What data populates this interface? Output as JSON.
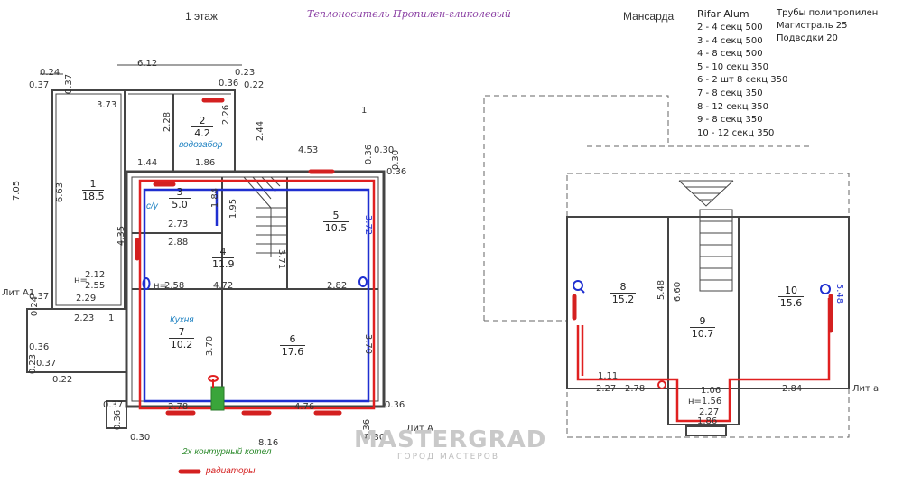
{
  "header": {
    "floor1": "1 этаж",
    "coolant": "Теплоноситель Пропилен-гликолевый",
    "attic": "Мансарда"
  },
  "radiators": {
    "title": "Rifar Alum",
    "items": [
      "2 - 4 секц 500",
      "3 - 4 секц 500",
      "4 - 8 секц 500",
      "5 - 10 секц 350",
      "6 - 2 шт 8 секц 350",
      "7 - 8 секц 350",
      "8 - 12 секц 350",
      "9 - 8 секц 350",
      "10 - 12 секц 350"
    ]
  },
  "pipes": {
    "title": "Трубы полипропилен",
    "main": "Магистраль 25",
    "branches": "Подводки 20"
  },
  "floor1_plan": {
    "rooms": [
      {
        "num": "1",
        "area": "18.5"
      },
      {
        "num": "2",
        "area": "4.2"
      },
      {
        "num": "3",
        "area": "5.0"
      },
      {
        "num": "4",
        "area": "11.9"
      },
      {
        "num": "5",
        "area": "10.5"
      },
      {
        "num": "6",
        "area": "17.6"
      },
      {
        "num": "7",
        "area": "10.2"
      }
    ],
    "dims": [
      "6.12",
      "0.24",
      "0.37",
      "0.37",
      "0.23",
      "0.36",
      "0.22",
      "3.73",
      "2.28",
      "2.26",
      "2.44",
      "4.53",
      "0.36",
      "0.30",
      "0.30",
      "0.36",
      "1.44",
      "1.86",
      "7.05",
      "6.63",
      "1.84",
      "1.95",
      "2.73",
      "2.88",
      "4.35",
      "3.72",
      "3.71",
      "2.12",
      "2.55",
      "2.58",
      "4.72",
      "2.82",
      "0.37",
      "0.24",
      "2.29",
      "2.23",
      "1",
      "3.70",
      "3.70",
      "0.36",
      "0.23",
      "0.37",
      "0.22",
      "2.78",
      "4.76",
      "0.37",
      "0.36",
      "0.36",
      "0.36",
      "0.30",
      "8.16",
      "0.30",
      "н=",
      "н=",
      "1"
    ],
    "labels": {
      "water_intake": "водозабор",
      "bathroom": "с/у",
      "kitchen": "Кухня",
      "boiler": "2х контурный котел",
      "radiators": "радиаторы",
      "lit_a1": "Лит А1",
      "lit_a": "Лит А"
    }
  },
  "attic_plan": {
    "rooms": [
      {
        "num": "8",
        "area": "15.2"
      },
      {
        "num": "9",
        "area": "10.7"
      },
      {
        "num": "10",
        "area": "15.6"
      }
    ],
    "dims": [
      "5.48",
      "6.60",
      "1.11",
      "2.27",
      "2.78",
      "1.06",
      "н=1.56",
      "2.27",
      "2.84",
      "5.48",
      "1.86"
    ],
    "labels": {
      "lit_a": "Лит а"
    }
  },
  "watermark": {
    "brand": "MASTERGRAD",
    "tagline": "ГОРОД МАСТЕРОВ"
  },
  "colors": {
    "wall": "#444444",
    "supply": "#e02020",
    "return": "#1f2fd0",
    "boiler": "#3aa53a",
    "radiator": "#d42020"
  }
}
